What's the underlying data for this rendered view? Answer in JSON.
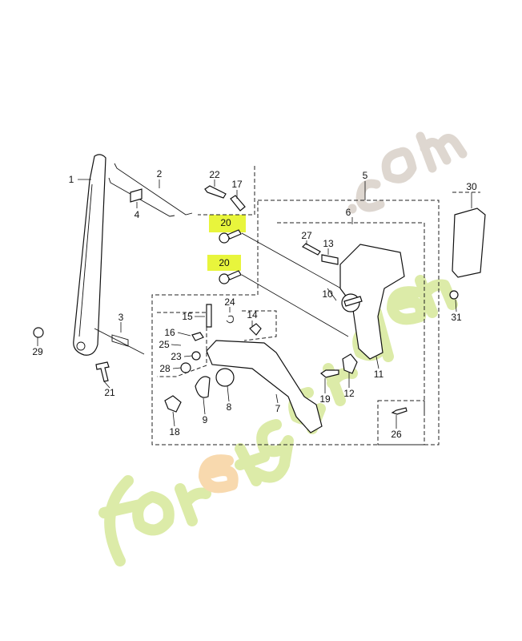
{
  "watermark": {
    "text": "foretgarden.com",
    "colors": {
      "green": "#d6e89a",
      "orange": "#f7d3a0",
      "gray": "#d8d0c8"
    }
  },
  "highlight_color": "#e8f53c",
  "callouts": [
    {
      "id": "p1",
      "label": "1"
    },
    {
      "id": "p2",
      "label": "2"
    },
    {
      "id": "p3",
      "label": "3"
    },
    {
      "id": "p4",
      "label": "4"
    },
    {
      "id": "p5",
      "label": "5"
    },
    {
      "id": "p6",
      "label": "6"
    },
    {
      "id": "p7",
      "label": "7"
    },
    {
      "id": "p8",
      "label": "8"
    },
    {
      "id": "p9",
      "label": "9"
    },
    {
      "id": "p10",
      "label": "10"
    },
    {
      "id": "p11",
      "label": "11"
    },
    {
      "id": "p12",
      "label": "12"
    },
    {
      "id": "p13",
      "label": "13"
    },
    {
      "id": "p14",
      "label": "14"
    },
    {
      "id": "p15",
      "label": "15"
    },
    {
      "id": "p16",
      "label": "16"
    },
    {
      "id": "p17",
      "label": "17"
    },
    {
      "id": "p18",
      "label": "18"
    },
    {
      "id": "p19",
      "label": "19"
    },
    {
      "id": "p20a",
      "label": "20",
      "highlighted": true
    },
    {
      "id": "p20b",
      "label": "20",
      "highlighted": true
    },
    {
      "id": "p21",
      "label": "21"
    },
    {
      "id": "p22",
      "label": "22"
    },
    {
      "id": "p23",
      "label": "23"
    },
    {
      "id": "p24",
      "label": "24"
    },
    {
      "id": "p25",
      "label": "25"
    },
    {
      "id": "p26",
      "label": "26"
    },
    {
      "id": "p27",
      "label": "27"
    },
    {
      "id": "p28",
      "label": "28"
    },
    {
      "id": "p29",
      "label": "29"
    },
    {
      "id": "p30",
      "label": "30"
    },
    {
      "id": "p31",
      "label": "31"
    }
  ]
}
